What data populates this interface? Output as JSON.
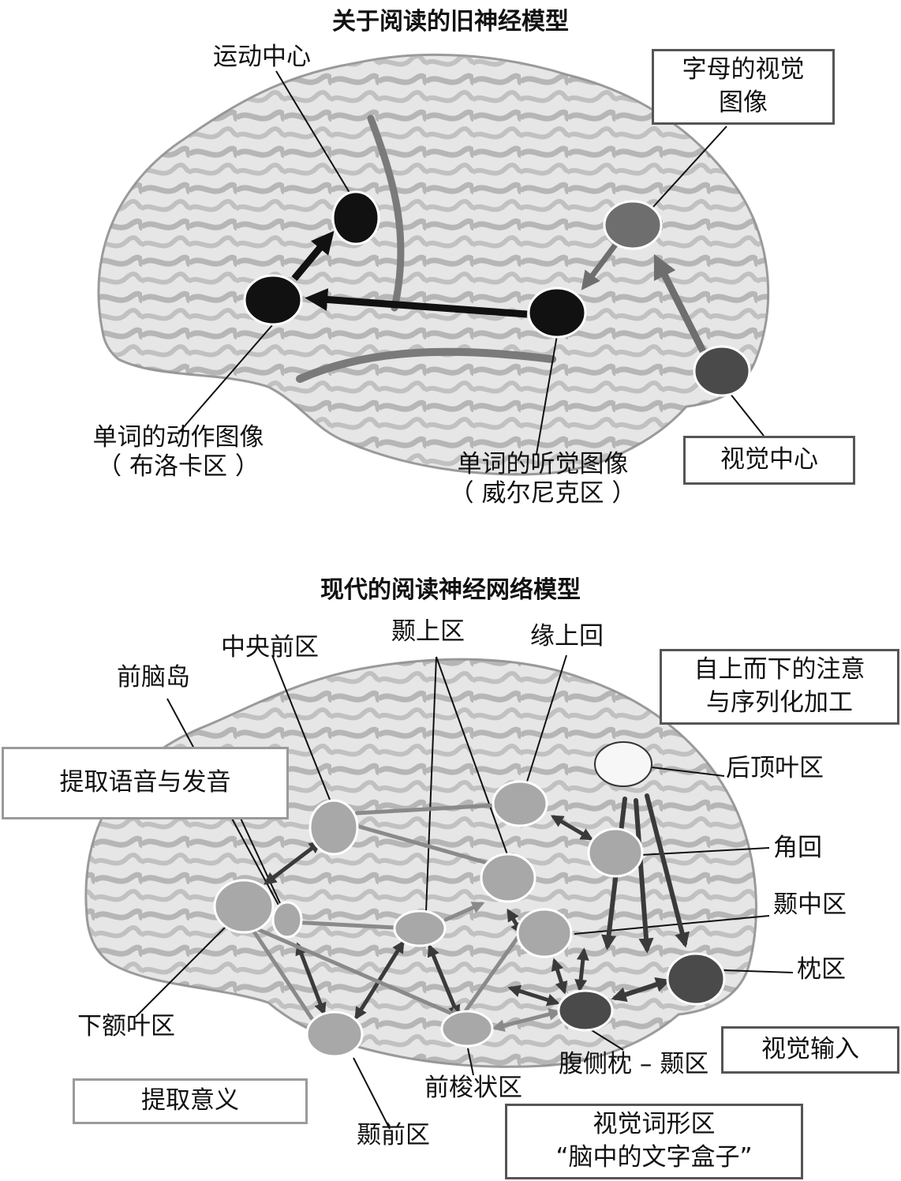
{
  "top": {
    "title": "关于阅读的旧神经模型",
    "labels": {
      "motor_center": "运动中心",
      "letter_visual_line1": "字母的视觉",
      "letter_visual_line2": "图像",
      "broca_line1": "单词的动作图像",
      "broca_line2": "（ 布洛卡区 ）",
      "wernicke_line1": "单词的听觉图像",
      "wernicke_line2": "（ 威尔尼克区 ）",
      "visual_center": "视觉中心"
    }
  },
  "bottom": {
    "title": "现代的阅读神经网络模型",
    "labels": {
      "anterior_insula": "前脑岛",
      "precentral": "中央前区",
      "superior_temporal": "颞上区",
      "supramarginal": "缘上回",
      "topdown_line1": "自上而下的注意",
      "topdown_line2": "与序列化加工",
      "phonology": "提取语音与发音",
      "posterior_parietal": "后顶叶区",
      "angular": "角回",
      "middle_temporal": "颞中区",
      "occipital": "枕区",
      "inferior_frontal": "下额叶区",
      "visual_input": "视觉输入",
      "ventral_occipitotemporal": "腹侧枕 – 颞区",
      "anterior_fusiform": "前梭状区",
      "meaning": "提取意义",
      "anterior_temporal": "颞前区",
      "vwfa_line1": "视觉词形区",
      "vwfa_line2": "“脑中的文字盒子”"
    }
  },
  "colors": {
    "brain_fill": "#e6e6e6",
    "sulcus": "#8c8c8c",
    "black_node": "#111111",
    "dark_node": "#4a4a4a",
    "mid_node": "#a8a8a8",
    "white_node": "#f7f7f7"
  }
}
